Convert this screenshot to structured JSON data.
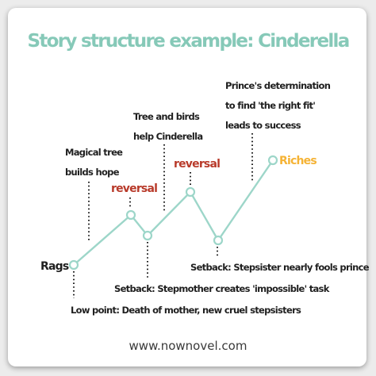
{
  "title": "Story structure example: Cinderella",
  "footer": "www.nownovel.com",
  "colors": {
    "title": "#86c9b8",
    "line": "#9dd6c9",
    "reversal": "#b83a2a",
    "riches": "#f5b335",
    "text": "#1f1f1f"
  },
  "points": {
    "start": "Rags",
    "end": "Riches"
  },
  "reversals": [
    "reversal",
    "reversal"
  ],
  "annotations": {
    "magical_tree": [
      "Magical tree",
      "builds hope"
    ],
    "tree_birds": [
      "Tree and birds",
      "help Cinderella"
    ],
    "prince": [
      "Prince's determination",
      "to find 'the right fit'",
      "leads to success"
    ],
    "setback_stepmother": "Setback: Stepmother creates 'impossible' task",
    "setback_stepsister": "Setback: Stepsister nearly fools prince",
    "low_point": "Low point: Death of mother, new cruel stepsisters"
  }
}
